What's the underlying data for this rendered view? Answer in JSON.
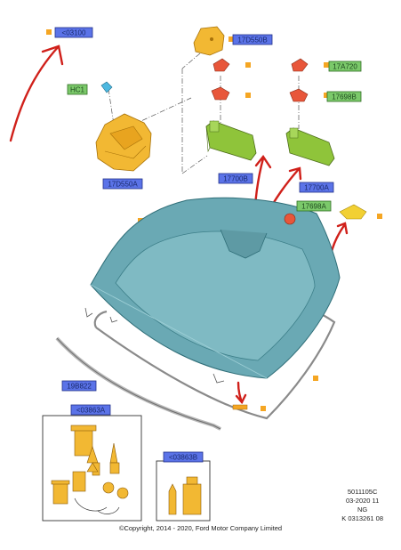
{
  "labels": {
    "top_ref": "<03100",
    "hc1": "HC1",
    "l17D550B": "17D550B",
    "l17A720": "17A720",
    "l17698B": "17698B",
    "l17D550A": "17D550A",
    "l17700B": "17700B",
    "l17700A": "17700A",
    "l17698A": "17698A",
    "l19B822": "19B822",
    "l03863A": "<03863A",
    "l03863B": "<03863B"
  },
  "meta": {
    "code": "5011105C",
    "date": "03-2020 11",
    "region": "NG",
    "ref": "K 0313261 08"
  },
  "copyright": "©Copyright, 2014 - 2020, Ford Motor Company Limited",
  "colors": {
    "label_blue_bg": "#3a5bdc",
    "label_green_bg": "#6bbf59",
    "marker_orange": "#f5a623",
    "windshield": "#6aa9b4",
    "sensor_green": "#8fc43a",
    "arrow_red": "#d0201a",
    "cover_yellow": "#f2b833"
  }
}
